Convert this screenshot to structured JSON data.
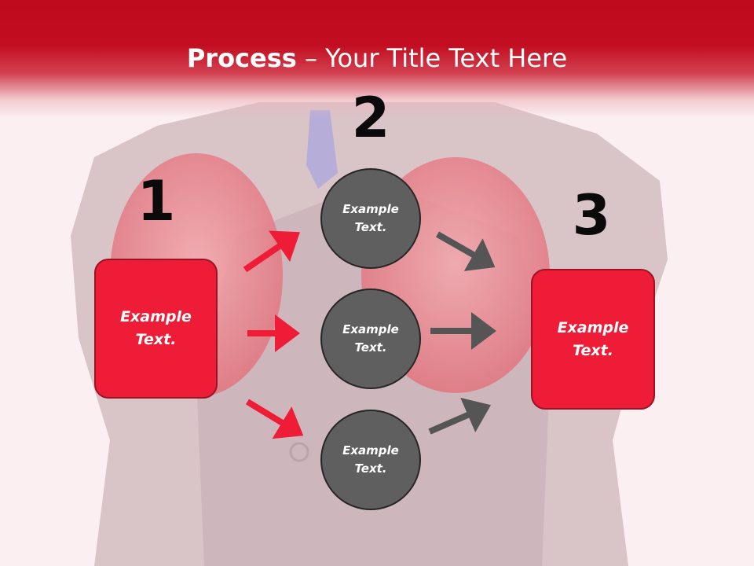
{
  "title": {
    "bold": "Process",
    "rest": " – Your Title Text Here"
  },
  "steps": [
    {
      "number": "1",
      "text": "Example\nText."
    },
    {
      "number": "2",
      "circles": [
        "Example\nText.",
        "Example\nText.",
        "Example\nText."
      ]
    },
    {
      "number": "3",
      "text": "Example\nText."
    }
  ],
  "colors": {
    "red": "#ee1c36",
    "title_bar": "#c10d1f",
    "gray": "#5f5f5f",
    "arrow_gray": "#555555"
  },
  "icons": [
    "arrow-right-icon"
  ]
}
